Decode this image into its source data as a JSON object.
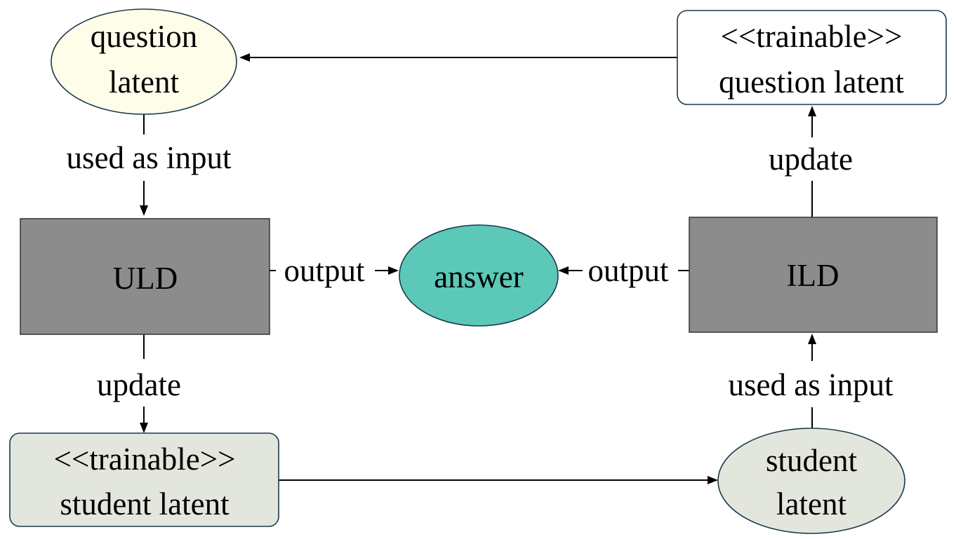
{
  "colors": {
    "question_latent_fill": "#fefde9",
    "student_latent_fill": "#e3e6dd",
    "answer_fill": "#5bc8b8",
    "model_box_fill": "#8c8c8c",
    "trainable_question_fill": "#ffffff",
    "trainable_student_fill": "#e3e6dd",
    "border": "#2a4a5a",
    "line": "#000000"
  },
  "nodes": {
    "question_latent": {
      "line1": "question",
      "line2": "latent"
    },
    "trainable_question_latent": {
      "line1": "<<trainable>>",
      "line2": "question latent"
    },
    "uld": {
      "label": "ULD"
    },
    "answer": {
      "label": "answer"
    },
    "ild": {
      "label": "ILD"
    },
    "trainable_student_latent": {
      "line1": "<<trainable>>",
      "line2": "student latent"
    },
    "student_latent": {
      "line1": "student",
      "line2": "latent"
    }
  },
  "edges": {
    "question_to_uld": {
      "label": "used as input"
    },
    "uld_to_answer": {
      "label": "output"
    },
    "ild_to_answer": {
      "label": "output"
    },
    "uld_to_trainable_student": {
      "label": "update"
    },
    "ild_to_trainable_question": {
      "label": "update"
    },
    "student_to_ild": {
      "label": "used as input"
    }
  }
}
